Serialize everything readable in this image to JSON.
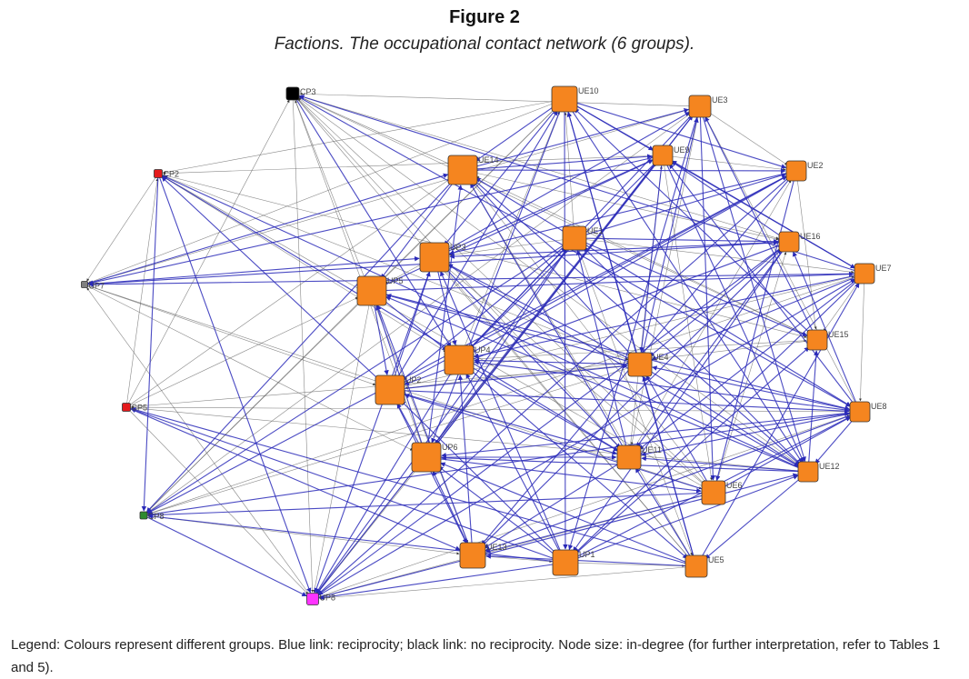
{
  "figure": {
    "title": "Figure 2",
    "subtitle": "Factions. The occupational contact network (6 groups).",
    "legend": "Legend: Colours represent different groups. Blue link: reciprocity; black link: no reciprocity. Node size: in-degree (for further interpretation, refer to Tables 1 and 5)."
  },
  "colors": {
    "reciprocal_link": "#2a2ab8",
    "non_reciprocal_link": "#555555",
    "groups": {
      "orange": "#f5851f",
      "black": "#000000",
      "red": "#e41a1c",
      "grey": "#7f7f7f",
      "green": "#2e8b2e",
      "magenta": "#ff33ff"
    }
  },
  "nodes": [
    {
      "id": "CP3",
      "group": "black"
    },
    {
      "id": "UE10",
      "group": "orange"
    },
    {
      "id": "UE3",
      "group": "orange"
    },
    {
      "id": "UE9",
      "group": "orange"
    },
    {
      "id": "UE2",
      "group": "orange"
    },
    {
      "id": "UE14",
      "group": "orange"
    },
    {
      "id": "CP2",
      "group": "red"
    },
    {
      "id": "UE1",
      "group": "orange"
    },
    {
      "id": "UE16",
      "group": "orange"
    },
    {
      "id": "UP3",
      "group": "orange"
    },
    {
      "id": "UE7",
      "group": "orange"
    },
    {
      "id": "UP7",
      "group": "grey"
    },
    {
      "id": "UP5",
      "group": "orange"
    },
    {
      "id": "UE15",
      "group": "orange"
    },
    {
      "id": "UP4",
      "group": "orange"
    },
    {
      "id": "UE4",
      "group": "orange"
    },
    {
      "id": "UP2",
      "group": "orange"
    },
    {
      "id": "CP5",
      "group": "red"
    },
    {
      "id": "UE8",
      "group": "orange"
    },
    {
      "id": "UP6",
      "group": "orange"
    },
    {
      "id": "UE11",
      "group": "orange"
    },
    {
      "id": "UE12",
      "group": "orange"
    },
    {
      "id": "UE6",
      "group": "orange"
    },
    {
      "id": "CP8",
      "group": "green"
    },
    {
      "id": "UE13",
      "group": "orange"
    },
    {
      "id": "UP1",
      "group": "orange"
    },
    {
      "id": "UE5",
      "group": "orange"
    },
    {
      "id": "UP8",
      "group": "magenta"
    }
  ]
}
